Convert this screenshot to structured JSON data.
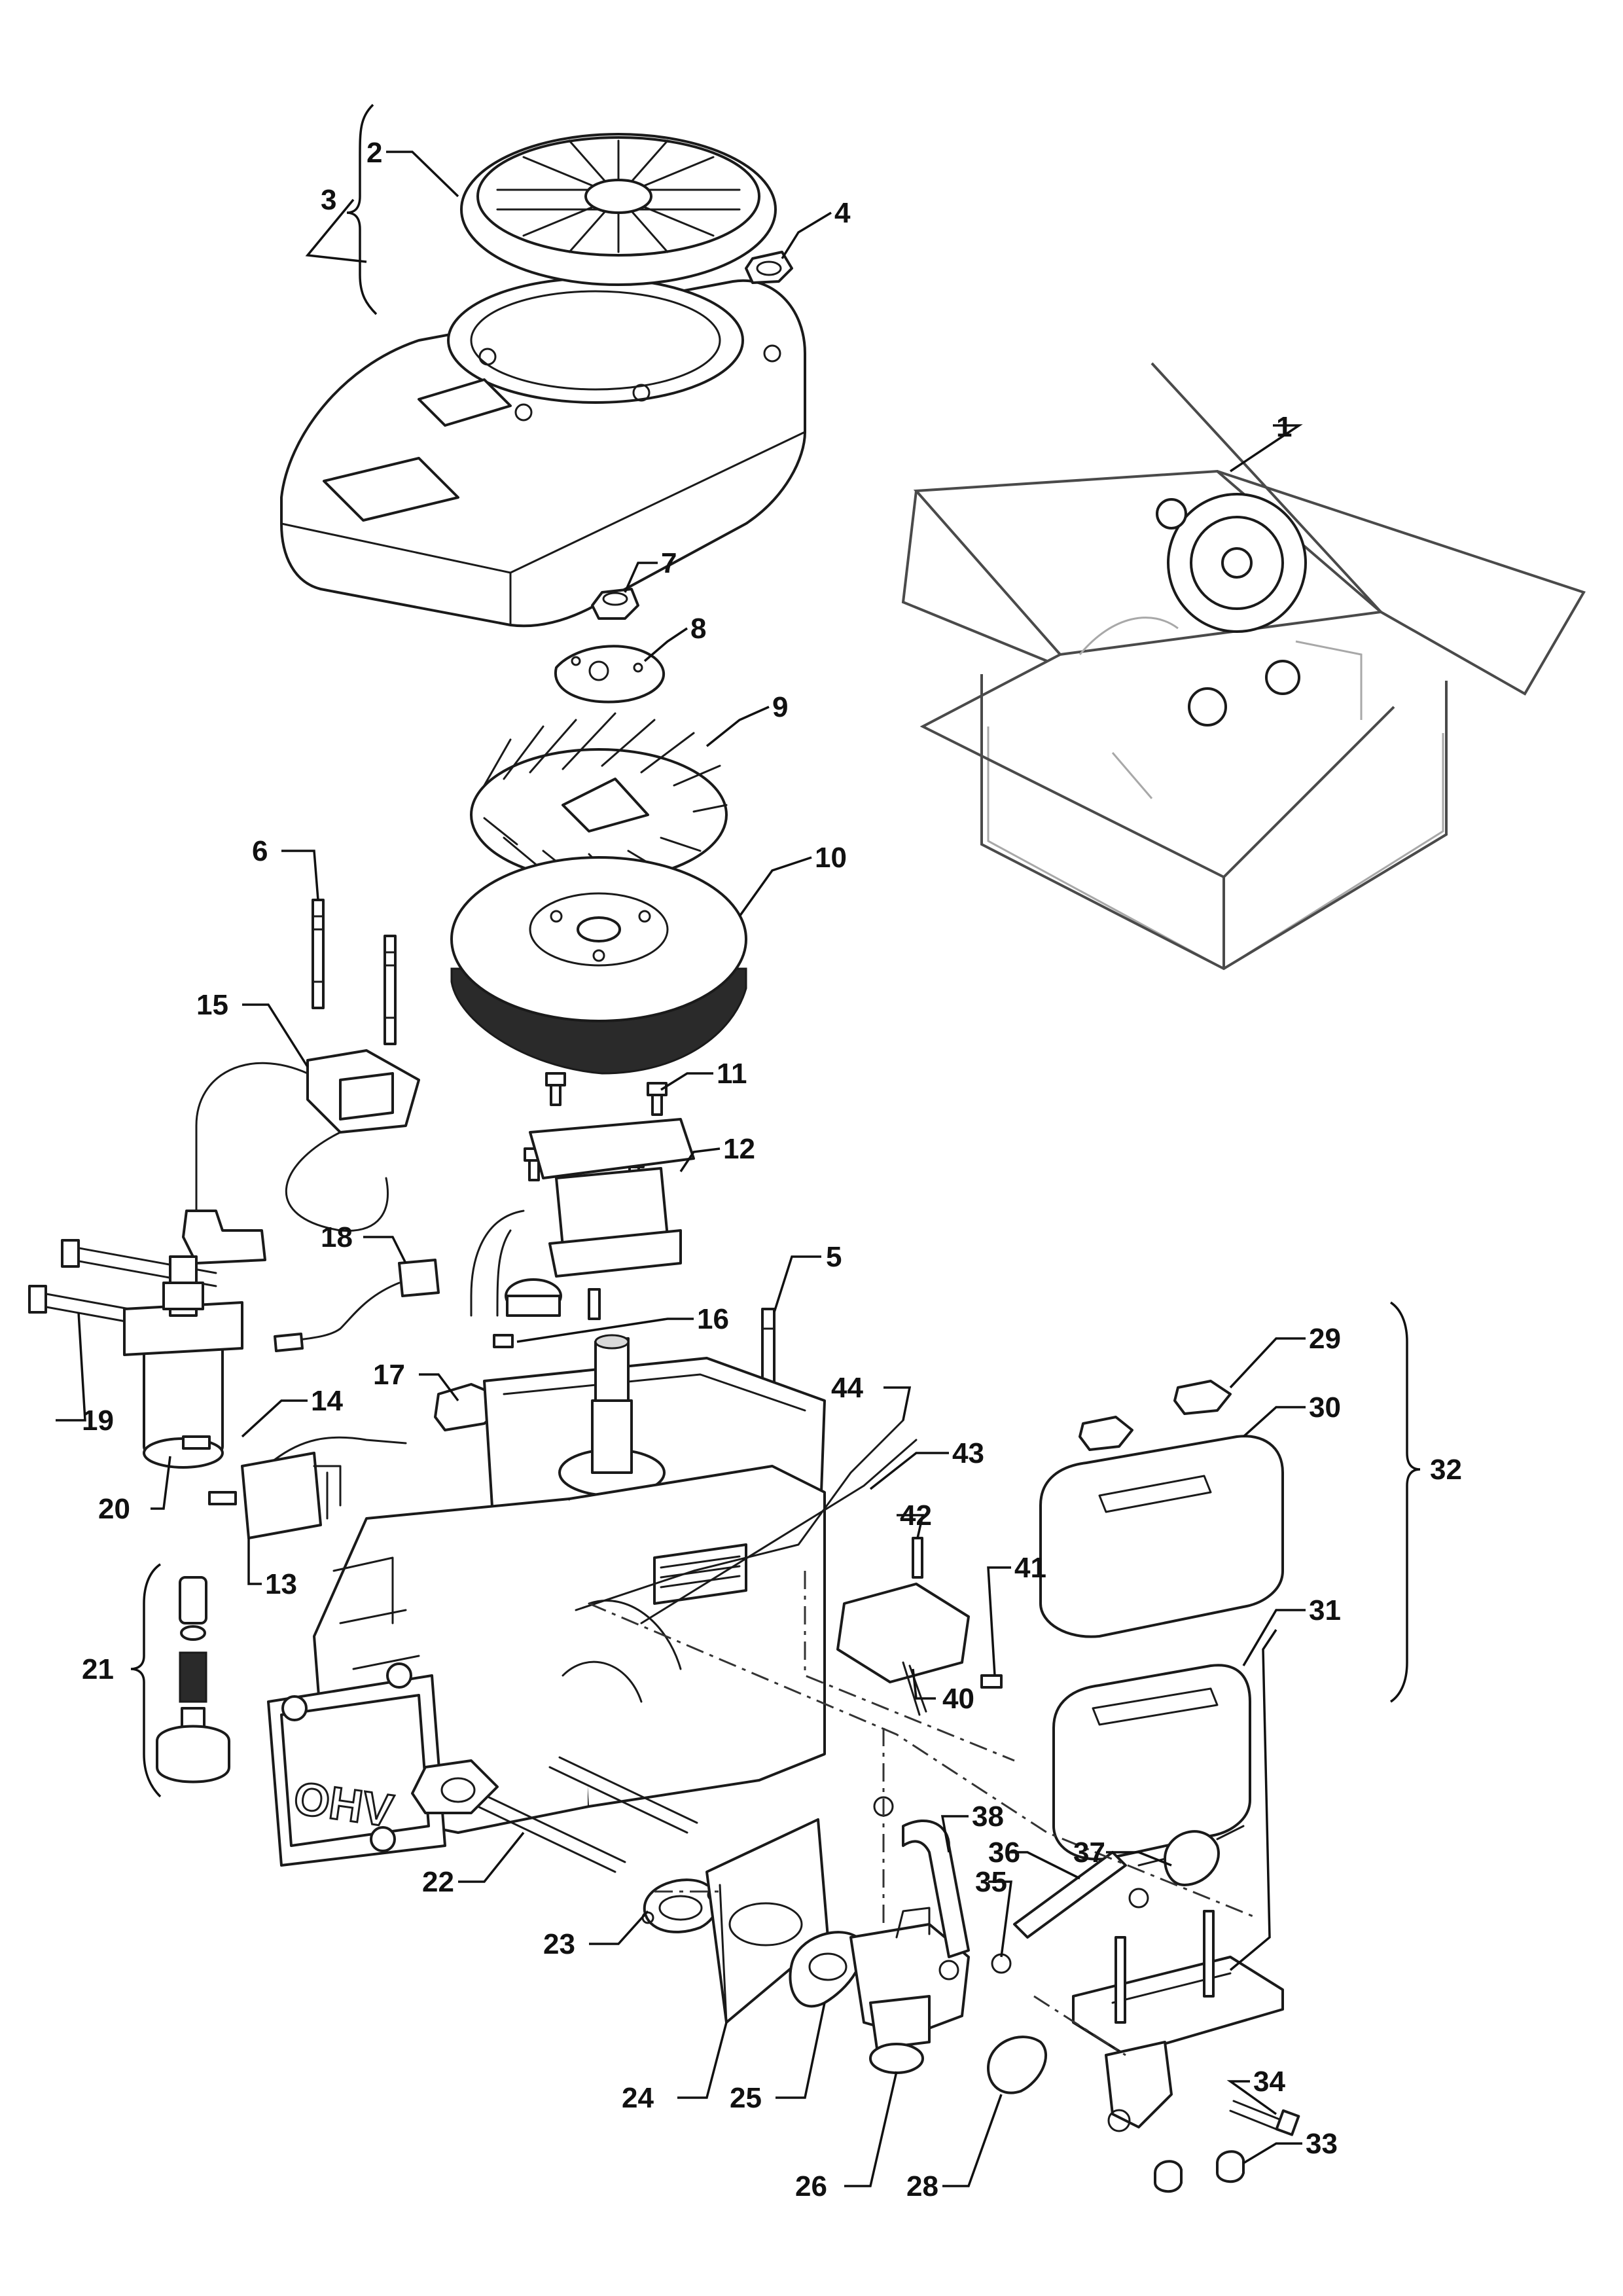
{
  "diagram": {
    "callouts": [
      "1",
      "2",
      "3",
      "4",
      "5",
      "6",
      "7",
      "8",
      "9",
      "10",
      "11",
      "12",
      "13",
      "14",
      "15",
      "16",
      "17",
      "18",
      "19",
      "20",
      "21",
      "22",
      "23",
      "24",
      "25",
      "26",
      "28",
      "29",
      "30",
      "31",
      "32",
      "33",
      "34",
      "35",
      "36",
      "37",
      "38",
      "40",
      "41",
      "42",
      "43",
      "44"
    ],
    "engine_marking": "OHV"
  }
}
